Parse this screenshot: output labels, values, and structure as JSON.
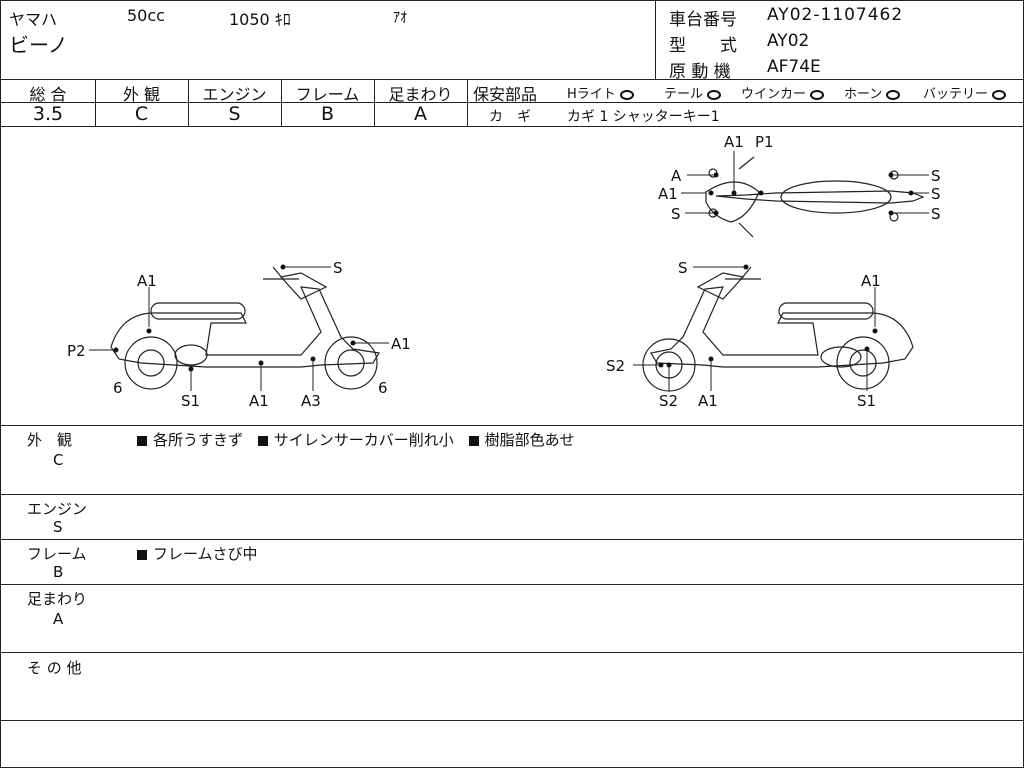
{
  "header": {
    "maker": "ヤマハ",
    "displacement": "50cc",
    "mileage": "1050 ｷﾛ",
    "color": "ｱｵ",
    "model_name": "ビーノ",
    "frame_no_label": "車台番号",
    "frame_no_value": "AY02-1107462",
    "type_label": "型　　式",
    "type_value": "AY02",
    "engine_label": "原 動 機",
    "engine_value": "AF74E"
  },
  "grades": [
    {
      "label": "総 合",
      "value": "3.5"
    },
    {
      "label": "外 観",
      "value": "C"
    },
    {
      "label": "エンジン",
      "value": "S"
    },
    {
      "label": "フレーム",
      "value": "B"
    },
    {
      "label": "足まわり",
      "value": "A"
    }
  ],
  "safety": {
    "label": "保安部品",
    "items": [
      "Hライト",
      "テール",
      "ウインカー",
      "ホーン",
      "バッテリー"
    ],
    "key_label": "カ　ギ",
    "key_value": "カギ 1 シャッターキー1"
  },
  "diagram_labels": {
    "top_a1": "A1",
    "top_p1": "P1",
    "top_a": "A",
    "top_a1_left": "A1",
    "top_s_left": "S",
    "top_s1": "S",
    "top_s2": "S",
    "top_s3": "S",
    "left_s": "S",
    "left_a1_top": "A1",
    "left_p2": "P2",
    "left_a1_right": "A1",
    "left_6a": "6",
    "left_s1": "S1",
    "left_a1_bottom": "A1",
    "left_a3": "A3",
    "left_6b": "6",
    "right_s": "S",
    "right_a1_top": "A1",
    "right_s2_left": "S2",
    "right_s2_bottom": "S2",
    "right_a1_bottom": "A1",
    "right_s1": "S1"
  },
  "notes": [
    {
      "category": "外　観",
      "grade": "C",
      "items": [
        "各所うすきず",
        "サイレンサーカバー削れ小",
        "樹脂部色あせ"
      ]
    },
    {
      "category": "エンジン",
      "grade": "S",
      "items": []
    },
    {
      "category": "フレーム",
      "grade": "B",
      "items": [
        "フレームさび中"
      ]
    },
    {
      "category": "足まわり",
      "grade": "A",
      "items": []
    },
    {
      "category": "そ の 他",
      "grade": "",
      "items": []
    }
  ]
}
